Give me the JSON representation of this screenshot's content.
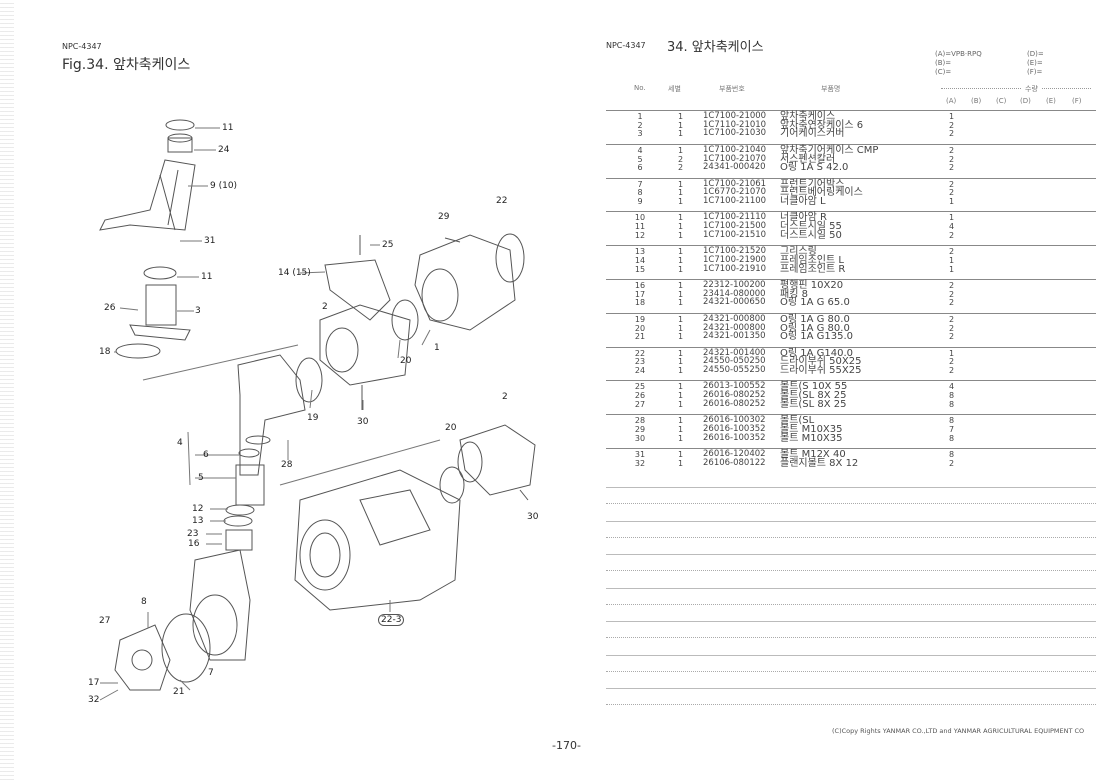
{
  "left": {
    "code": "NPC-4347",
    "fig_title": "Fig.34.   앞차축케이스",
    "callouts": [
      "11",
      "24",
      "9 (10)",
      "31",
      "11",
      "26",
      "3",
      "18",
      "25",
      "29",
      "22",
      "14 (15)",
      "2",
      "1",
      "20",
      "19",
      "30",
      "4",
      "6",
      "28",
      "5",
      "20",
      "2",
      "30",
      "12",
      "13",
      "23",
      "16",
      "8",
      "27",
      "7",
      "21",
      "17",
      "32",
      "22-3"
    ]
  },
  "right": {
    "code": "NPC-4347",
    "title": "34.  앞차축케이스",
    "legend": [
      "(A)=VPB·RPQ",
      "(B)=",
      "(C)=",
      "(D)=",
      "(E)=",
      "(F)="
    ],
    "headers": {
      "no": "No.",
      "sub": "세별",
      "part": "부품번호",
      "name": "부품명",
      "qty": "수량"
    },
    "qty_columns": [
      "(A)",
      "(B)",
      "(C)",
      "(D)",
      "(E)",
      "(F)"
    ],
    "rows": [
      {
        "no": "1",
        "sub": "1",
        "part": "1C7100-21000",
        "name": "앞차축케이스",
        "qty": "1"
      },
      {
        "no": "2",
        "sub": "1",
        "part": "1C7110-21010",
        "name": "앞차축연장케이스 6",
        "qty": "2"
      },
      {
        "no": "3",
        "sub": "1",
        "part": "1C7100-21030",
        "name": "기어케이스커버",
        "qty": "2"
      },
      {
        "no": "4",
        "sub": "1",
        "part": "1C7100-21040",
        "name": "앞차축기어케이스 CMP",
        "qty": "2"
      },
      {
        "no": "5",
        "sub": "2",
        "part": "1C7100-21070",
        "name": "서스펜션칼러",
        "qty": "2"
      },
      {
        "no": "6",
        "sub": "2",
        "part": "24341-000420",
        "name": "O링 1A S 42.0",
        "qty": "2"
      },
      {
        "no": "7",
        "sub": "1",
        "part": "1C7100-21061",
        "name": "프런트기어박스",
        "qty": "2"
      },
      {
        "no": "8",
        "sub": "1",
        "part": "1C6770-21070",
        "name": "프런트베어링케이스",
        "qty": "2"
      },
      {
        "no": "9",
        "sub": "1",
        "part": "1C7100-21100",
        "name": "너클아암 L",
        "qty": "1"
      },
      {
        "no": "10",
        "sub": "1",
        "part": "1C7100-21110",
        "name": "너클아암 R",
        "qty": "1"
      },
      {
        "no": "11",
        "sub": "1",
        "part": "1C7100-21500",
        "name": "더스트시일 55",
        "qty": "4"
      },
      {
        "no": "12",
        "sub": "1",
        "part": "1C7100-21510",
        "name": "더스트시일 50",
        "qty": "2"
      },
      {
        "no": "13",
        "sub": "1",
        "part": "1C7100-21520",
        "name": "그리스링",
        "qty": "2"
      },
      {
        "no": "14",
        "sub": "1",
        "part": "1C7100-21900",
        "name": "프레임조인트 L",
        "qty": "1"
      },
      {
        "no": "15",
        "sub": "1",
        "part": "1C7100-21910",
        "name": "프레임조인트 R",
        "qty": "1"
      },
      {
        "no": "16",
        "sub": "1",
        "part": "22312-100200",
        "name": "평행핀 10X20",
        "qty": "2"
      },
      {
        "no": "17",
        "sub": "1",
        "part": "23414-080000",
        "name": "패킹 8",
        "qty": "2"
      },
      {
        "no": "18",
        "sub": "1",
        "part": "24321-000650",
        "name": "O링 1A G 65.0",
        "qty": "2"
      },
      {
        "no": "19",
        "sub": "1",
        "part": "24321-000800",
        "name": "O링 1A G 80.0",
        "qty": "2"
      },
      {
        "no": "20",
        "sub": "1",
        "part": "24321-000800",
        "name": "O링 1A G 80.0",
        "qty": "2"
      },
      {
        "no": "21",
        "sub": "1",
        "part": "24321-001350",
        "name": "O링 1A G135.0",
        "qty": "2"
      },
      {
        "no": "22",
        "sub": "1",
        "part": "24321-001400",
        "name": "O링 1A G140.0",
        "qty": "1"
      },
      {
        "no": "23",
        "sub": "1",
        "part": "24550-050250",
        "name": "드라이부쉬 50X25",
        "qty": "2"
      },
      {
        "no": "24",
        "sub": "1",
        "part": "24550-055250",
        "name": "드라이부쉬 55X25",
        "qty": "2"
      },
      {
        "no": "25",
        "sub": "1",
        "part": "26013-100552",
        "name": "볼트(S 10X 55",
        "qty": "4"
      },
      {
        "no": "26",
        "sub": "1",
        "part": "26016-080252",
        "name": "볼트(SL  8X 25",
        "qty": "8"
      },
      {
        "no": "27",
        "sub": "1",
        "part": "26016-080252",
        "name": "볼트(SL  8X 25",
        "qty": "8"
      },
      {
        "no": "28",
        "sub": "1",
        "part": "26016-100302",
        "name": "볼트(SL",
        "qty": "8"
      },
      {
        "no": "29",
        "sub": "1",
        "part": "26016-100352",
        "name": "볼트 M10X35",
        "qty": "7"
      },
      {
        "no": "30",
        "sub": "1",
        "part": "26016-100352",
        "name": "볼트 M10X35",
        "qty": "8"
      },
      {
        "no": "31",
        "sub": "1",
        "part": "26016-120402",
        "name": "볼트 M12X 40",
        "qty": "8"
      },
      {
        "no": "32",
        "sub": "1",
        "part": "26106-080122",
        "name": "플랜지볼트 8X 12",
        "qty": "2"
      }
    ],
    "copyright": "(C)Copy Rights  YANMAR CO.,LTD and YANMAR AGRICULTURAL EQUIPMENT CO"
  },
  "page_number": "-170-"
}
